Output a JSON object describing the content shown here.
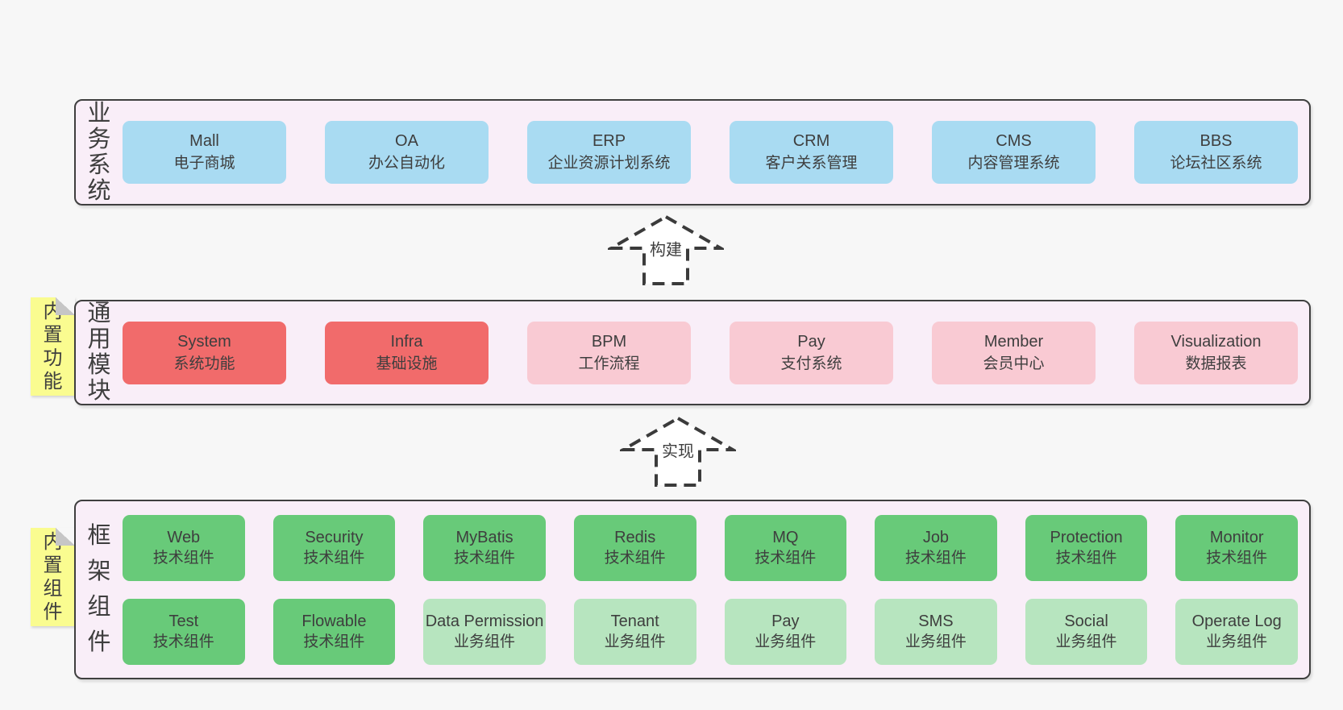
{
  "diagram": {
    "colors": {
      "page_bg": "#f7f7f7",
      "panel_bg": "#f9eef8",
      "panel_border": "#3f3f3f",
      "blue": "#a9dbf2",
      "red": "#f16b6b",
      "pink": "#f9cad3",
      "green": "#68ca79",
      "lightgreen": "#b7e5bf",
      "sticky_yellow": "#fafc90",
      "fold_gray": "#c6c6c6",
      "text": "#3e3e3e",
      "arrow_stroke": "#3b3b3b"
    },
    "layers": [
      {
        "id": "business",
        "label": "业务系统",
        "sticky": "",
        "rows": [
          [
            {
              "name": "Mall",
              "sub": "电子商城",
              "variant": "blue"
            },
            {
              "name": "OA",
              "sub": "办公自动化",
              "variant": "blue"
            },
            {
              "name": "ERP",
              "sub": "企业资源计划系统",
              "variant": "blue"
            },
            {
              "name": "CRM",
              "sub": "客户关系管理",
              "variant": "blue"
            },
            {
              "name": "CMS",
              "sub": "内容管理系统",
              "variant": "blue"
            },
            {
              "name": "BBS",
              "sub": "论坛社区系统",
              "variant": "blue"
            }
          ]
        ]
      },
      {
        "id": "modules",
        "label": "通用模块",
        "sticky": "内置功能",
        "rows": [
          [
            {
              "name": "System",
              "sub": "系统功能",
              "variant": "red"
            },
            {
              "name": "Infra",
              "sub": "基础设施",
              "variant": "red"
            },
            {
              "name": "BPM",
              "sub": "工作流程",
              "variant": "pink"
            },
            {
              "name": "Pay",
              "sub": "支付系统",
              "variant": "pink"
            },
            {
              "name": "Member",
              "sub": "会员中心",
              "variant": "pink"
            },
            {
              "name": "Visualization",
              "sub": "数据报表",
              "variant": "pink"
            }
          ]
        ]
      },
      {
        "id": "components",
        "label": "框架组件",
        "sticky": "内置组件",
        "rows": [
          [
            {
              "name": "Web",
              "sub": "技术组件",
              "variant": "green"
            },
            {
              "name": "Security",
              "sub": "技术组件",
              "variant": "green"
            },
            {
              "name": "MyBatis",
              "sub": "技术组件",
              "variant": "green"
            },
            {
              "name": "Redis",
              "sub": "技术组件",
              "variant": "green"
            },
            {
              "name": "MQ",
              "sub": "技术组件",
              "variant": "green"
            },
            {
              "name": "Job",
              "sub": "技术组件",
              "variant": "green"
            },
            {
              "name": "Protection",
              "sub": "技术组件",
              "variant": "green"
            },
            {
              "name": "Monitor",
              "sub": "技术组件",
              "variant": "green"
            }
          ],
          [
            {
              "name": "Test",
              "sub": "技术组件",
              "variant": "green"
            },
            {
              "name": "Flowable",
              "sub": "技术组件",
              "variant": "green"
            },
            {
              "name": "Data Permission",
              "sub": "业务组件",
              "variant": "lightgreen"
            },
            {
              "name": "Tenant",
              "sub": "业务组件",
              "variant": "lightgreen"
            },
            {
              "name": "Pay",
              "sub": "业务组件",
              "variant": "lightgreen"
            },
            {
              "name": "SMS",
              "sub": "业务组件",
              "variant": "lightgreen"
            },
            {
              "name": "Social",
              "sub": "业务组件",
              "variant": "lightgreen"
            },
            {
              "name": "Operate Log",
              "sub": "业务组件",
              "variant": "lightgreen"
            }
          ]
        ]
      }
    ],
    "arrows": [
      {
        "id": "build",
        "label": "构建"
      },
      {
        "id": "implement",
        "label": "实现"
      }
    ]
  }
}
